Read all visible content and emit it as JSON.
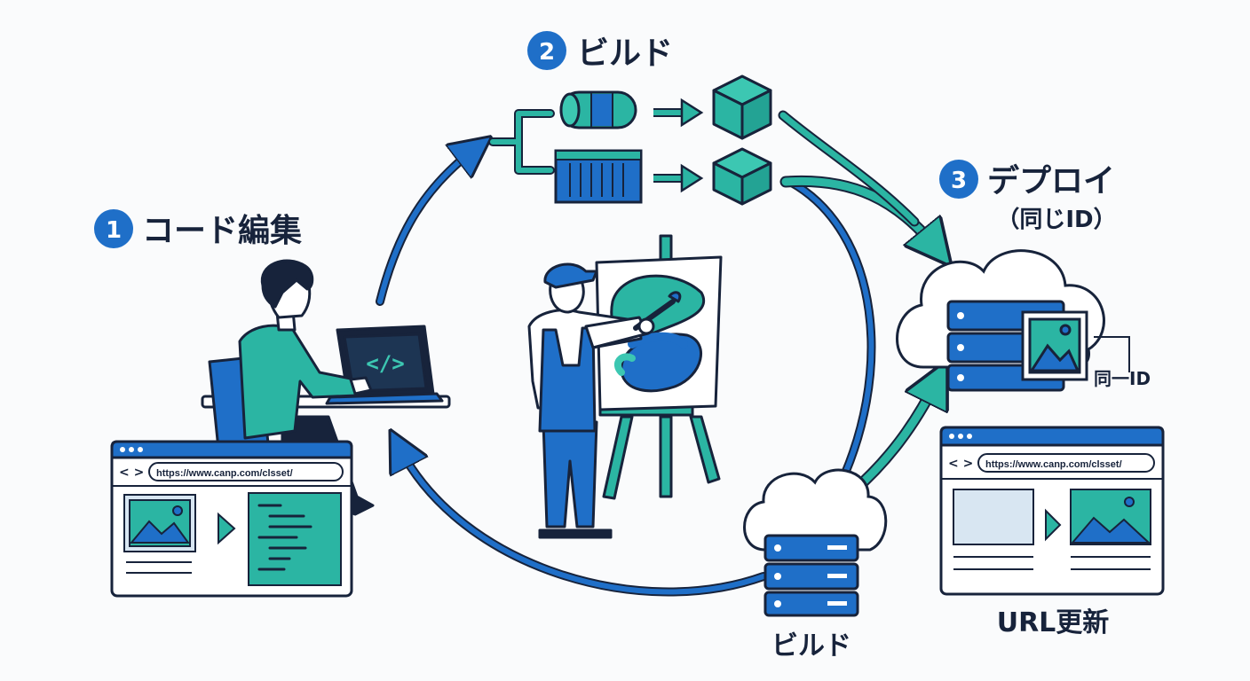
{
  "steps": [
    {
      "number": "1",
      "label": "コード編集"
    },
    {
      "number": "2",
      "label": "ビルド"
    },
    {
      "number": "3",
      "label": "デプロイ",
      "sublabel": "（同じID）"
    }
  ],
  "build_server_label": "ビルド",
  "same_id_label": "同一ID",
  "url_update_label": "URL更新",
  "browser_left": {
    "url": "https://www.canp.com/clsset/"
  },
  "browser_right": {
    "url": "https://www.canp.com/clsset/"
  },
  "laptop_code_glyph": "</>",
  "colors": {
    "navy": "#17233b",
    "blue": "#1f6fc8",
    "teal": "#2bb5a3",
    "light_teal": "#3cc7b2",
    "background": "#fafbfc"
  }
}
